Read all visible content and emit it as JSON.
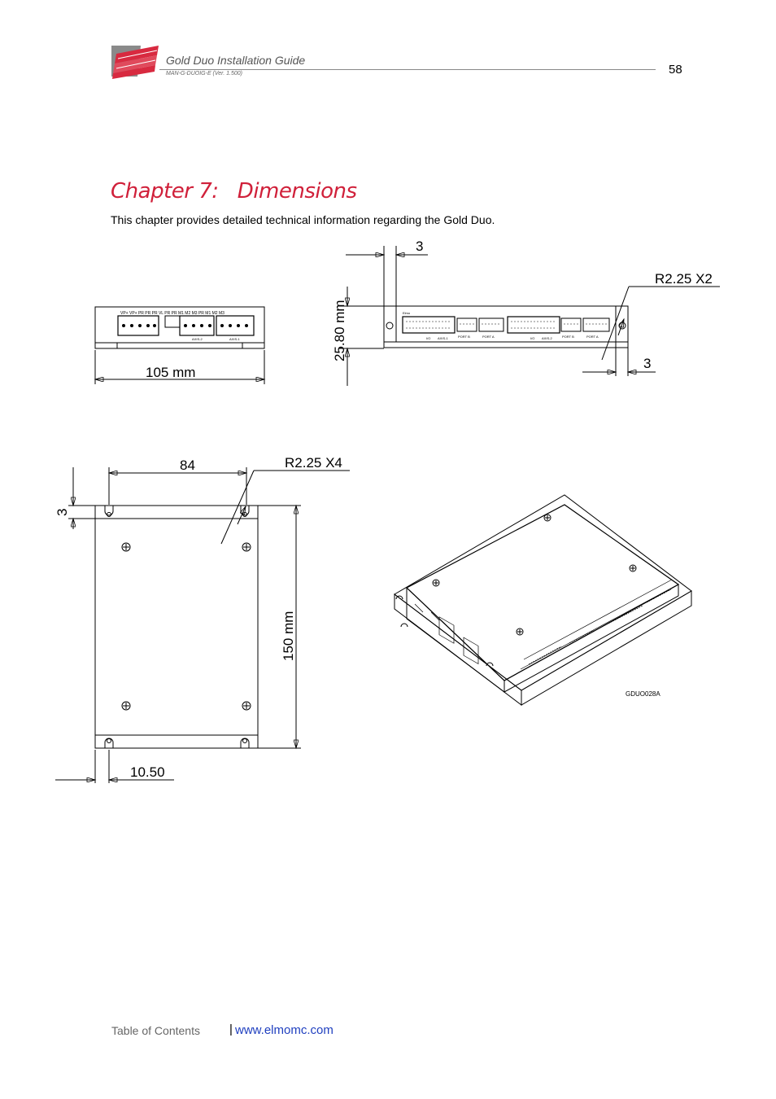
{
  "header": {
    "title": "Gold Duo Installation Guide",
    "subtitle": "MAN-G-DUOIG-E (Ver. 1.500)",
    "page_number": "58"
  },
  "chapter": {
    "title": "Chapter 7:   Dimensions",
    "intro": "This chapter provides detailed technical information regarding the Gold Duo."
  },
  "drawing": {
    "width_105": "105 mm",
    "dim_3_top": "3",
    "radius_x2": "R2.25 X2",
    "height_2580": "25.80 mm",
    "dim_3_right": "3",
    "width_84": "84",
    "radius_x4": "R2.25 X4",
    "dim_3_left": "3",
    "height_150": "150 mm",
    "dim_1050": "10.50",
    "figure_id": "GDUO028A",
    "connector_labels": {
      "top_row": "VP+ VP+  PR  PR  PR   VL  PR   PR  M1  M2  M3   PR  M1  M2  M3",
      "axis2": "AXIS-2",
      "axis1": "AXIS-1",
      "io_left": "I/O",
      "axis1_side": "AXIS-1",
      "port_b_left": "PORT B",
      "port_a_left": "PORT A",
      "io_right": "I/O",
      "axis2_side": "AXIS-2",
      "port_b_right": "PORT B",
      "port_a_right": "PORT A",
      "brand": "Elmo"
    }
  },
  "footer": {
    "toc": "Table of Contents",
    "separator": "|",
    "url": "www.elmomc.com"
  },
  "colors": {
    "brand_red": "#d0203a",
    "link_blue": "#1f3fbf"
  }
}
